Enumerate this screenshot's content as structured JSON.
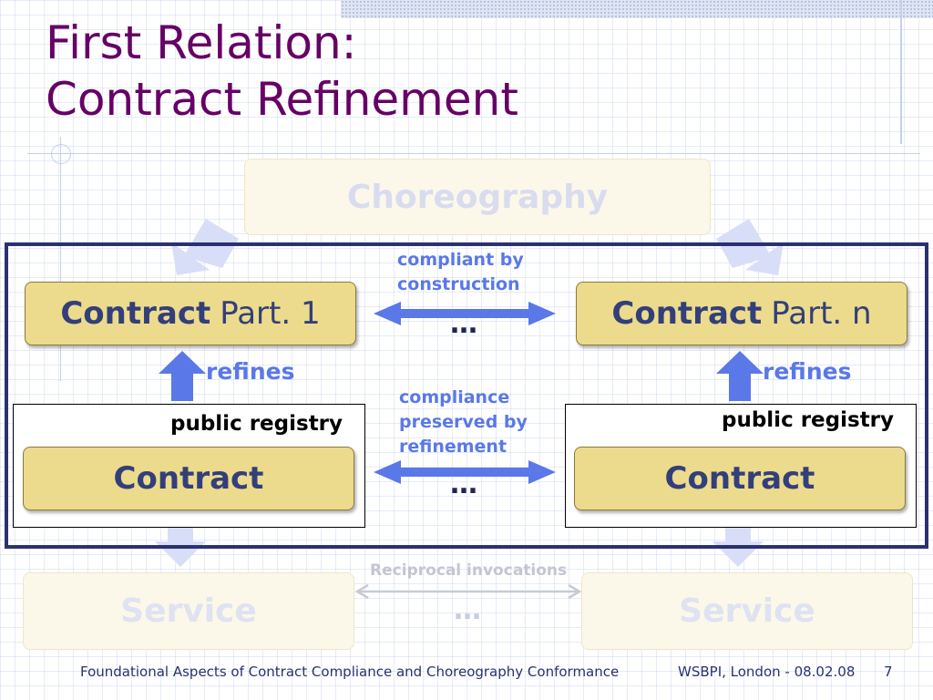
{
  "slide": {
    "title_line1": "First Relation:",
    "title_line2": "Contract Refinement"
  },
  "diagram": {
    "choreography_label": "Choreography",
    "left_top_contract": {
      "bold": "Contract",
      "plain": "Part. 1"
    },
    "right_top_contract": {
      "bold": "Contract",
      "plain": "Part. n"
    },
    "compliant_label": [
      "compliant by",
      "construction"
    ],
    "top_ellipsis": "…",
    "refines_left": "refines",
    "refines_right": "refines",
    "left_registry_label": "public registry",
    "right_registry_label": "public registry",
    "preserved_label": [
      "compliance",
      "preserved by",
      "refinement"
    ],
    "left_bottom_contract": "Contract",
    "right_bottom_contract": "Contract",
    "middle_ellipsis": "…",
    "reciprocal_label": "Reciprocal invocations",
    "bottom_ellipsis": "…",
    "left_service": "Service",
    "right_service": "Service"
  },
  "footer": {
    "left": "Foundational Aspects of Contract Compliance and Choreography Conformance",
    "center": "WSBPI, London - 08.02.08",
    "page": "7"
  },
  "colors": {
    "title": "#660066",
    "contract_fill": "#ecdb8c",
    "contract_text": "#333f7a",
    "arrow_blue": "#5a78e8",
    "frame": "#2a3170",
    "faded_arrow": "#d8def8"
  }
}
